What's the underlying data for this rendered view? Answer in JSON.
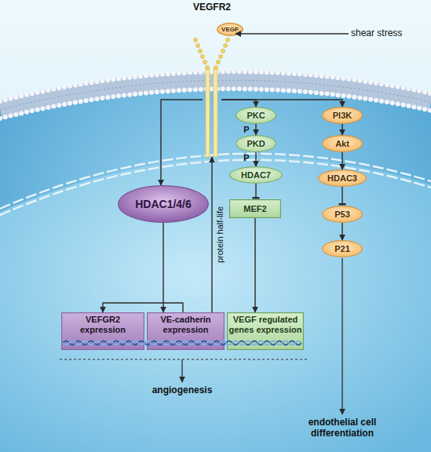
{
  "diagram": {
    "nodes": [
      {
        "text": [
          "VEGFR2"
        ]
      },
      {
        "text": [
          "VEGF"
        ]
      },
      {
        "text": [
          "HDAC1/4/6"
        ]
      },
      {
        "text": [
          "PKC"
        ]
      },
      {
        "text": [
          "PKD"
        ]
      },
      {
        "text": [
          "HDAC7"
        ]
      },
      {
        "text": [
          "MEF2"
        ]
      },
      {
        "text": [
          "PI3K"
        ]
      },
      {
        "text": [
          "Akt"
        ]
      },
      {
        "text": [
          "HDAC3"
        ]
      },
      {
        "text": [
          "P53"
        ]
      },
      {
        "text": [
          "P21"
        ]
      },
      {
        "text": [
          "VEFGR2 expression"
        ]
      },
      {
        "text": [
          "VE-cadherin expression"
        ]
      },
      {
        "text": [
          "VEGF regulated genes expression"
        ]
      }
    ],
    "edges": [
      {
        "from": 0,
        "to": 2,
        "arrow": "to"
      },
      {
        "from": 0,
        "to": 3,
        "arrow": "to"
      },
      {
        "from": 0,
        "to": 7,
        "arrow": "to"
      },
      {
        "from": 3,
        "to": 4,
        "arrow": "to",
        "label": "P"
      },
      {
        "from": 4,
        "to": 5,
        "arrow": "to",
        "label": "P"
      },
      {
        "from": 5,
        "to": 6,
        "arrow": "to"
      },
      {
        "from": 6,
        "to": 14,
        "arrow": "to"
      },
      {
        "from": 7,
        "to": 8,
        "arrow": "to"
      },
      {
        "from": 8,
        "to": 9,
        "arrow": "to"
      },
      {
        "from": 9,
        "to": 10,
        "arrow": "to"
      },
      {
        "from": 10,
        "to": 11,
        "arrow": "to"
      },
      {
        "from": 2,
        "to": 13,
        "arrow": "to"
      },
      {
        "from": 13,
        "to": 12,
        "arrow": "to"
      },
      {
        "from": 13,
        "to": 0,
        "arrow": "to",
        "label": "protein half-life"
      }
    ],
    "labels": [
      "shear stress",
      "angiogenesis",
      "endothelial cell differentiation"
    ]
  }
}
